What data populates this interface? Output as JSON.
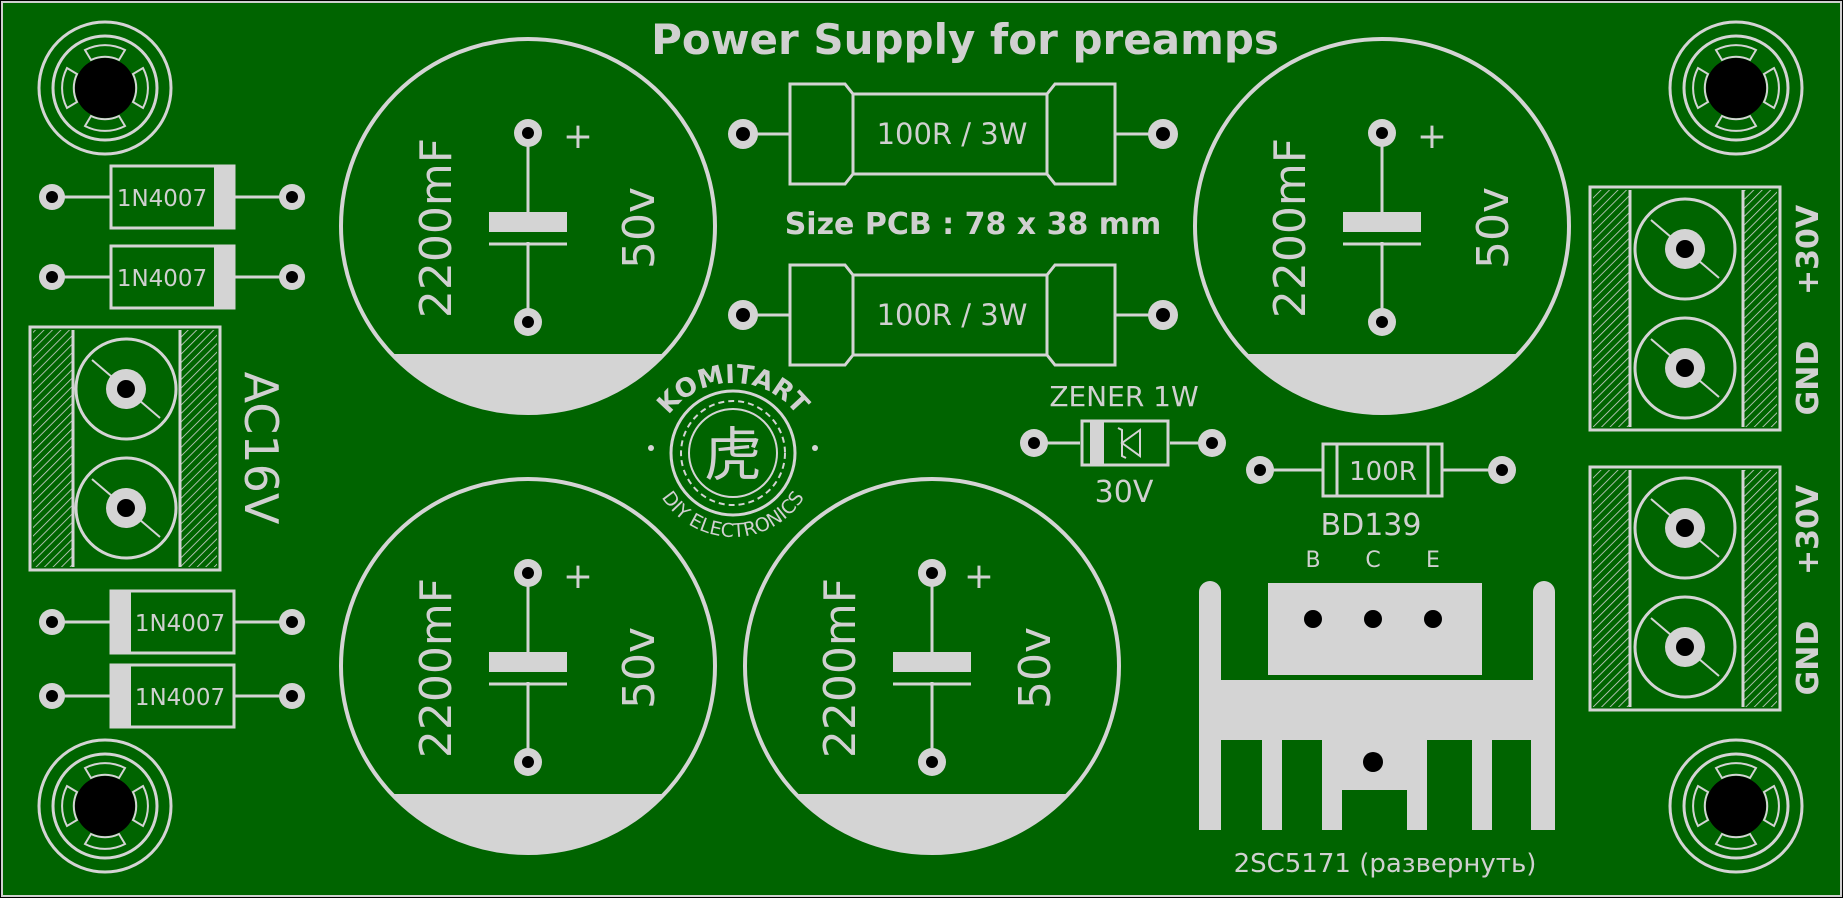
{
  "colors": {
    "board": "#006400",
    "silkscreen": "#d4d4d4",
    "hole": "#000000",
    "outline": "#cfcfcf"
  },
  "title": "Power Supply for preamps",
  "size_note": "Size PCB : 78 x 38 mm",
  "resistor_big_label": "100R / 3W",
  "resistor_small_label": "100R",
  "diode_label": "1N4007",
  "zener_label": "ZENER 1W",
  "zener_voltage": "30V",
  "transistor_label": "BD139",
  "transistor_pins": [
    "B",
    "C",
    "E"
  ],
  "heatsink_label": "2SC5171 (развернуть)",
  "capacitor": {
    "capacitance": "2200mF",
    "voltage": "50v",
    "plus": "+"
  },
  "input_terminal_label": "AC16V",
  "output_terminal": {
    "gnd": "GND",
    "positive": "+30V"
  },
  "logo": {
    "top_text": "KOMITART",
    "bottom_text": "DIY ELECTRONICS",
    "glyph": "虎"
  }
}
